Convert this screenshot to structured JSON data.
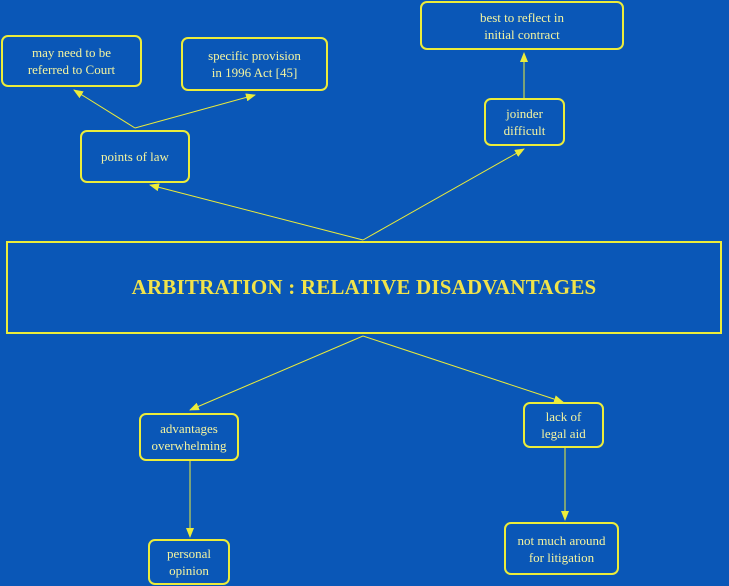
{
  "main": {
    "title": "ARBITRATION : RELATIVE DISADVANTAGES"
  },
  "nodes": {
    "may_need_court": "may need to be\nreferred to Court",
    "specific_provision": "specific provision\nin 1996 Act [45]",
    "points_of_law": "points of law",
    "best_to_reflect": "best to reflect in\ninitial contract",
    "joinder_difficult": "joinder\ndifficult",
    "advantages_overwhelming": "advantages\noverwhelming",
    "personal_opinion": "personal\nopinion",
    "lack_of_legal_aid": "lack of\nlegal aid",
    "not_much_around": "not much around\nfor litigation"
  },
  "colors": {
    "background": "#0a57b7",
    "line": "#ecec3a",
    "text": "#f4f4a0",
    "title": "#f1e34a"
  }
}
